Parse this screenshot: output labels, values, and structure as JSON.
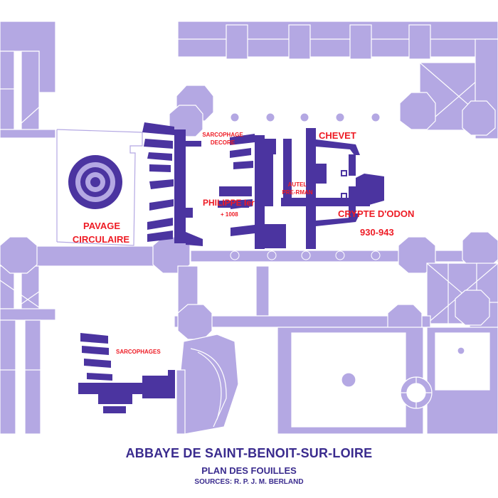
{
  "colors": {
    "existing_structure": "#b4a8e3",
    "excavated_remains": "#4b34a0",
    "label_red": "#ee1b24",
    "caption_blue": "#3a2b8e",
    "outline": "#ffffff"
  },
  "labels": {
    "pavage": "PAVAGE",
    "circulaire": "CIRCULAIRE",
    "sarcophage": "SARCOPHAGE",
    "decore": "DECORE",
    "chevet": "CHEVET",
    "autel": "AUTEL",
    "pre_roman": "PRE-RMAN",
    "philippe": "PHILIPPE Ier",
    "philippe_date": "+ 1008",
    "crypte": "CRYPTE D'ODON",
    "crypte_dates": "930-943",
    "sarcophages": "SARCOPHAGES"
  },
  "caption": {
    "title": "ABBAYE DE SAINT-BENOIT-SUR-LOIRE",
    "subtitle": "PLAN DES FOUILLES",
    "sources": "SOURCES: R. P. J. M. BERLAND"
  }
}
